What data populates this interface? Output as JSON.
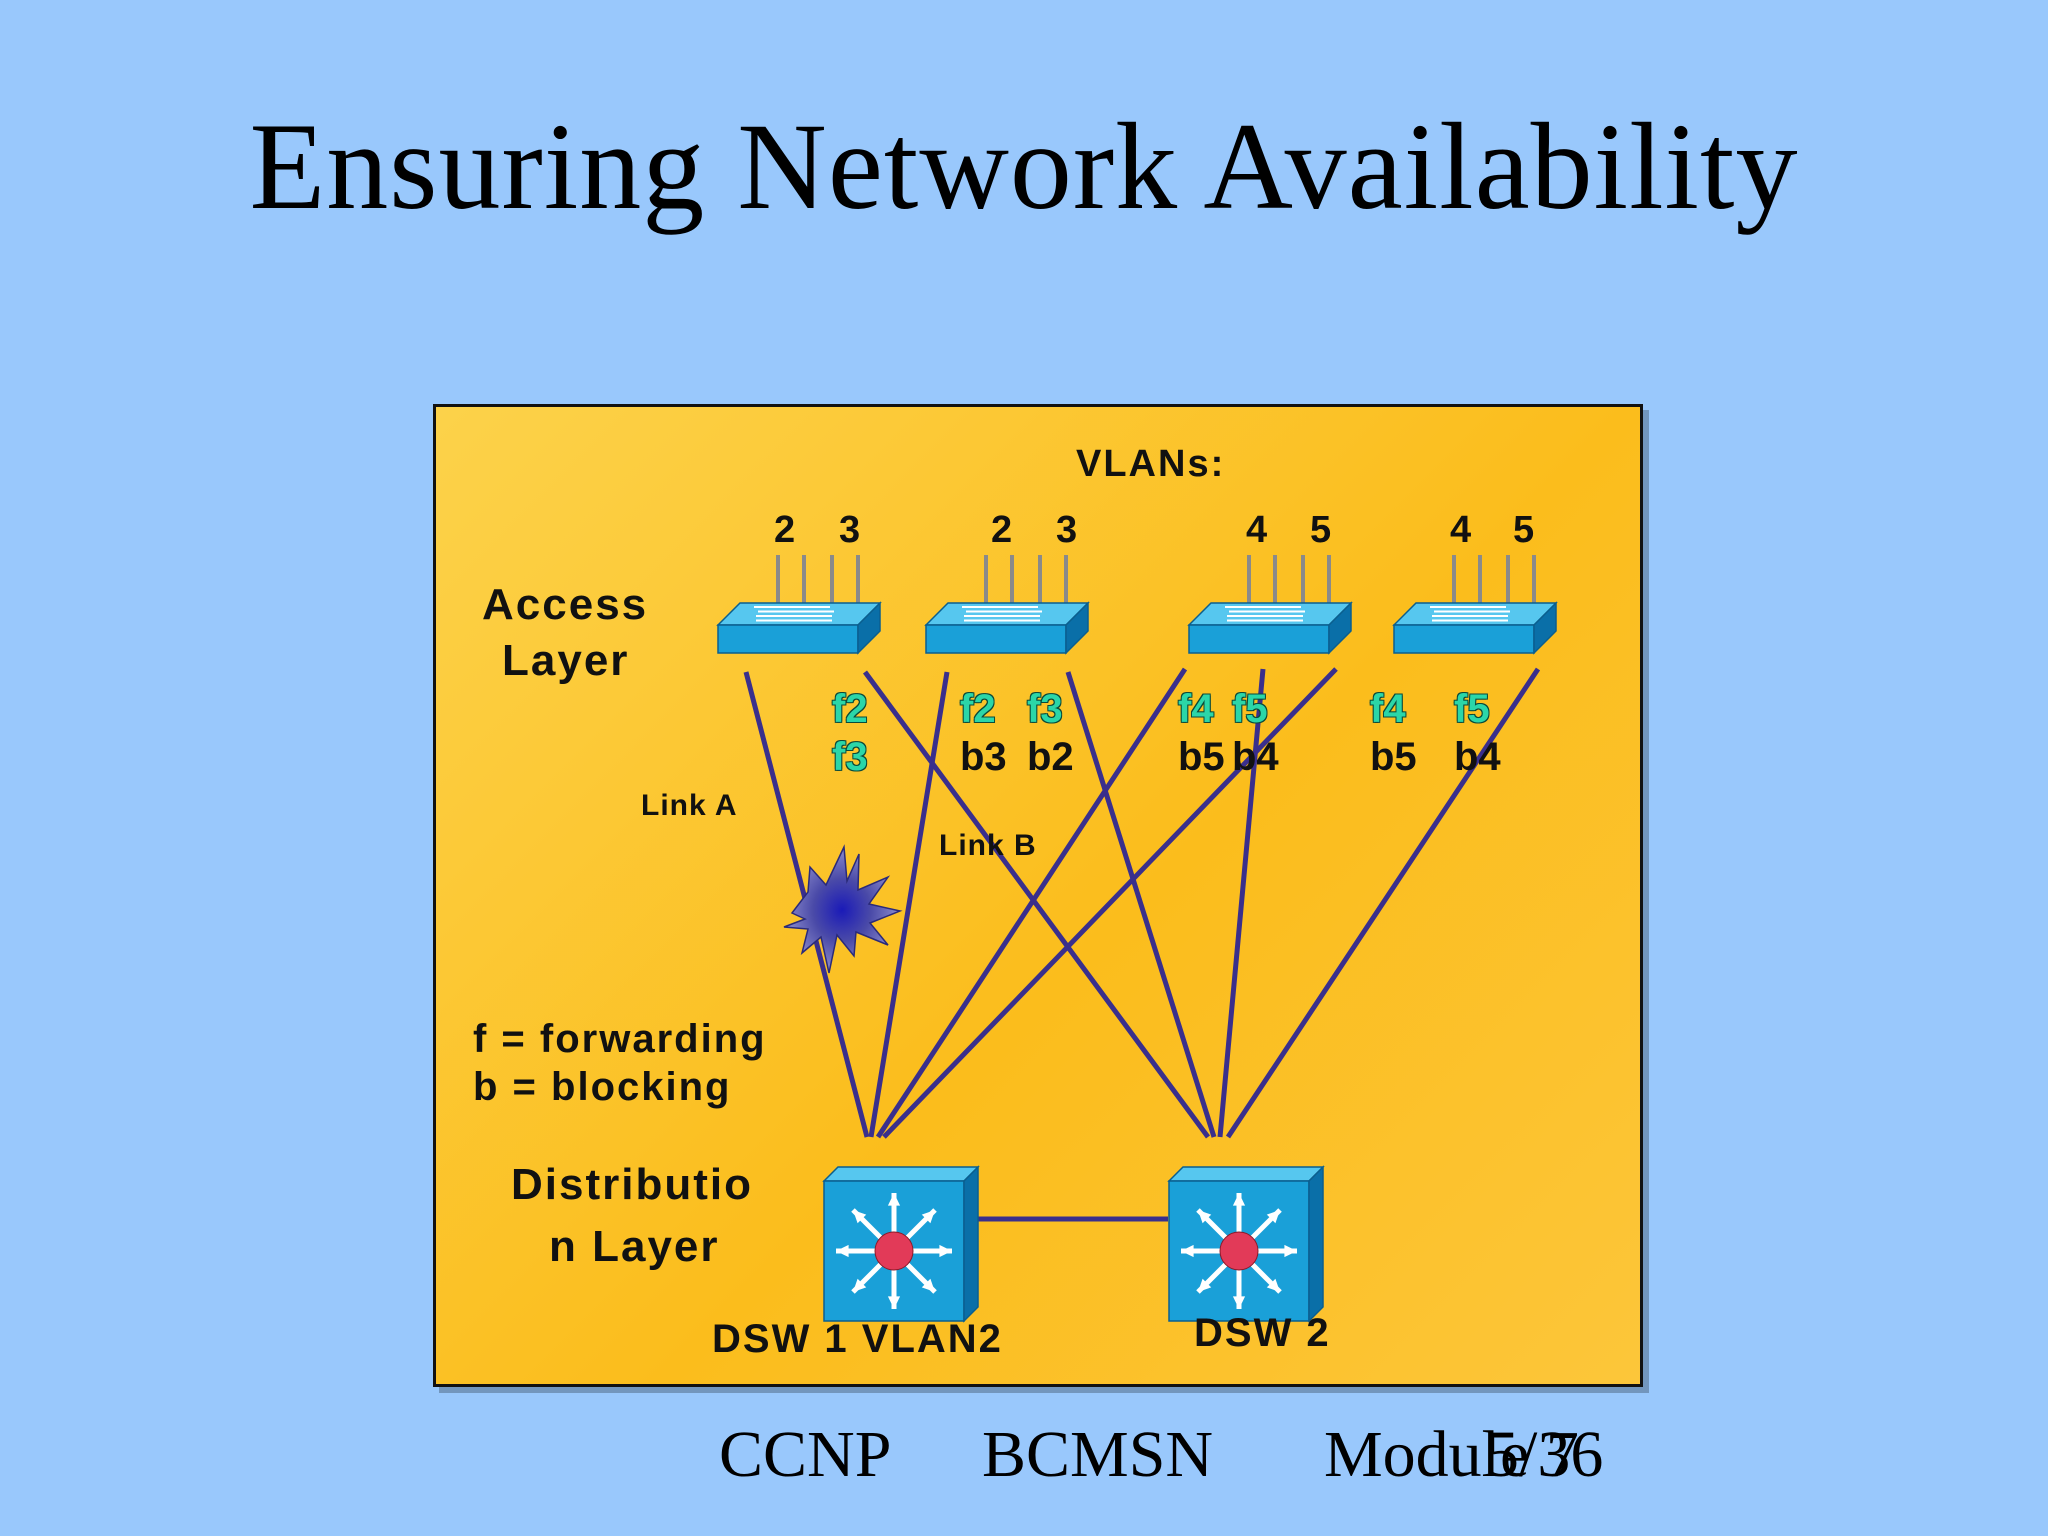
{
  "title": "Ensuring Network Availability",
  "diagram": {
    "vlans_header": "VLANs:",
    "access_switch_vlans": [
      [
        "2",
        "3"
      ],
      [
        "2",
        "3"
      ],
      [
        "4",
        "5"
      ],
      [
        "4",
        "5"
      ]
    ],
    "access_layer_label": [
      "Access",
      "Layer"
    ],
    "distribution_layer_label": [
      "Distributio",
      "n Layer"
    ],
    "port_states": {
      "sw1": {
        "line1": "f2",
        "line2": "f3"
      },
      "sw2": {
        "f_a": "f2",
        "f_b": "f3",
        "b_a": "b3",
        "b_b": "b2"
      },
      "sw3": {
        "f_a": "f4",
        "f_b": "f5",
        "b_a": "b5",
        "b_b": "b4"
      },
      "sw4": {
        "f_a": "f4",
        "f_b": "f5",
        "b_a": "b5",
        "b_b": "b4"
      }
    },
    "link_a_label": "Link A",
    "link_b_label": "Link B",
    "legend": [
      "f = forwarding",
      "b = blocking"
    ],
    "dsw1_label": "DSW 1 VLAN2",
    "dsw2_label": "DSW 2",
    "colors": {
      "background": "#99c8fc",
      "panel": "#fbc227",
      "link": "#3a2f8c",
      "switch_top": "#56c7ef",
      "switch_front": "#1aa0d8",
      "switch_side": "#0a6fa8",
      "forwarding_text": "#2bd6a8",
      "router_dot": "#e23a58"
    }
  },
  "footer": {
    "course": "CCNP",
    "subject": "BCMSN",
    "module": "Module 7",
    "page": "5/36"
  }
}
